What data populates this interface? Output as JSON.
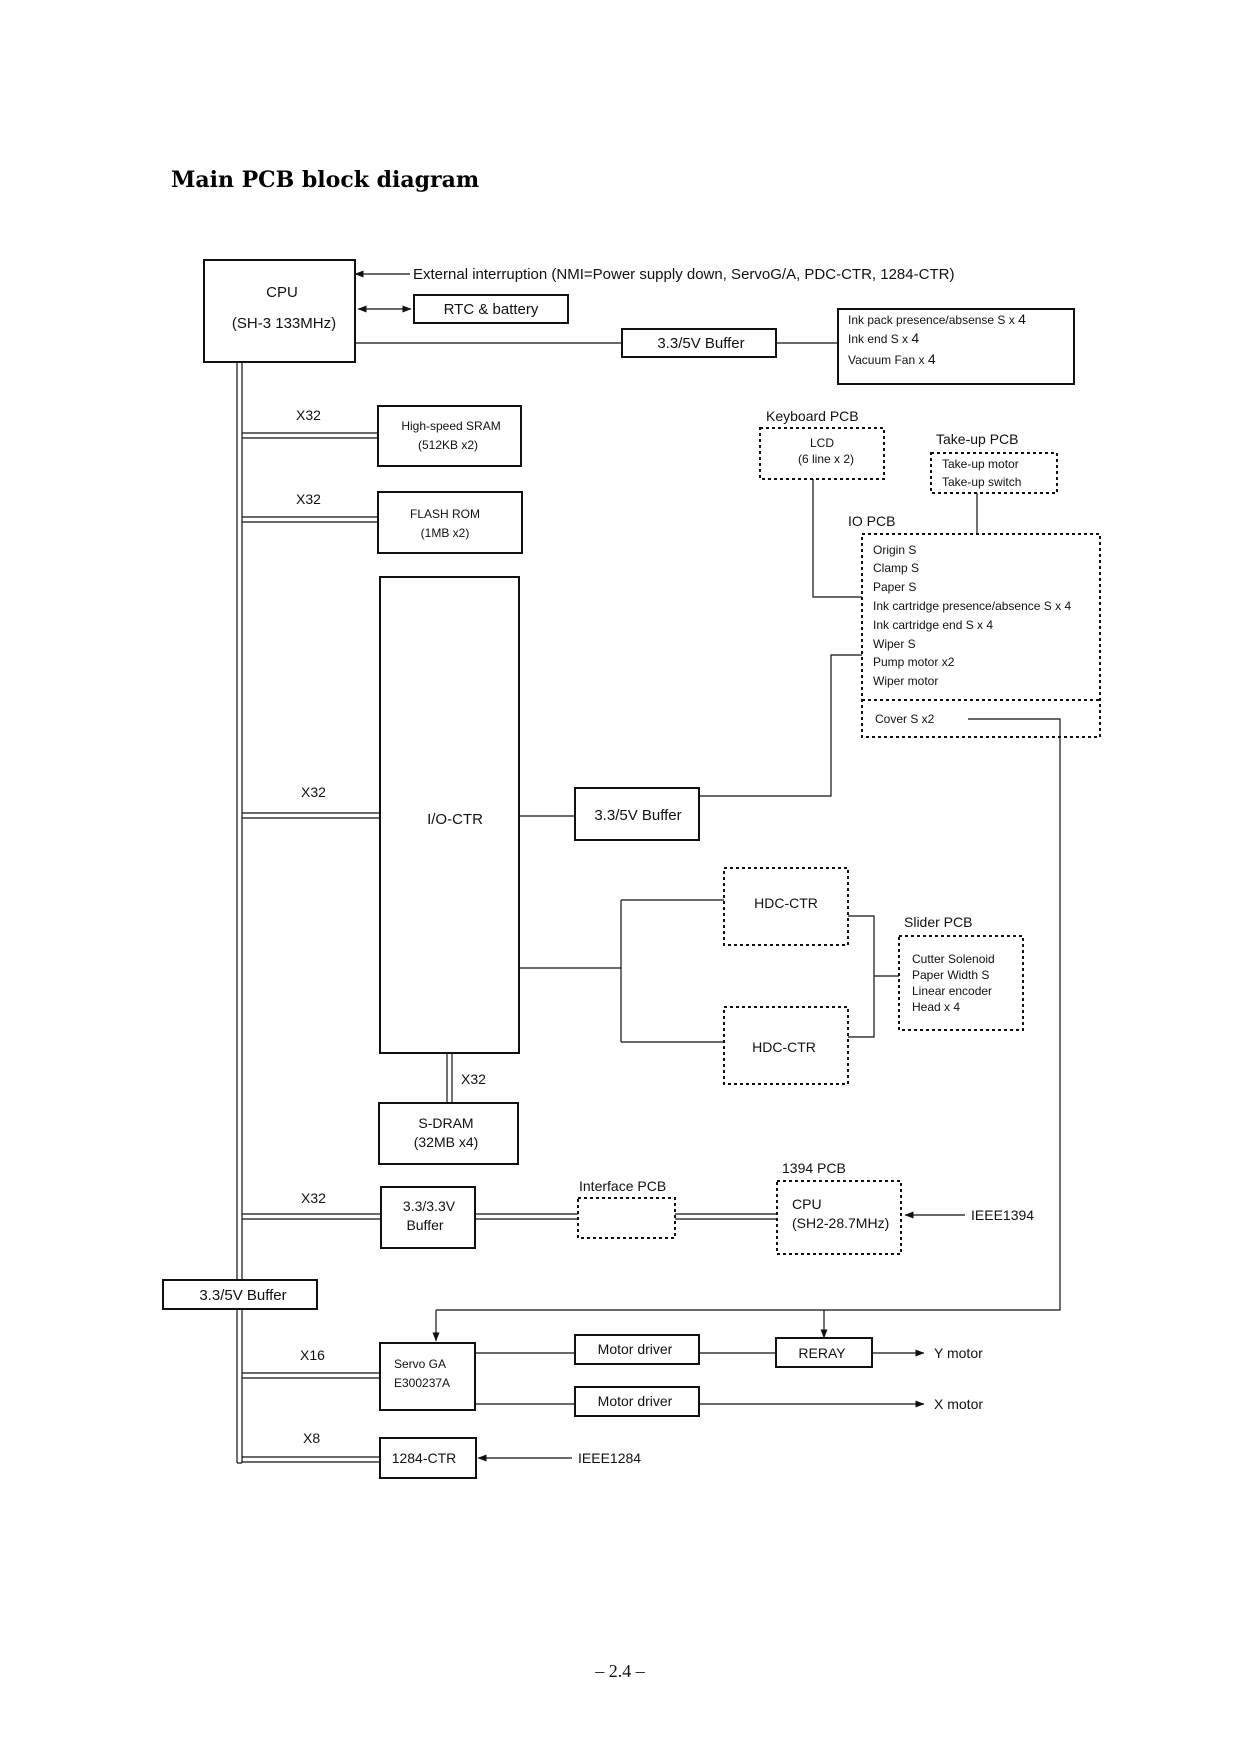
{
  "title": "Main PCB block diagram",
  "page_number": "– 2.4 –",
  "cpu": {
    "name": "CPU",
    "model": "(SH-3 133MHz)"
  },
  "external_interruption": "External interruption (NMI=Power supply down, ServoG/A, PDC-CTR, 1284-CTR)",
  "rtc": "RTC & battery",
  "buffer_top": "3.3/5V Buffer",
  "ink_box": {
    "line1_pre": "Ink pack presence/absense S x ",
    "line1_num": "4",
    "line2_pre": "Ink end S x ",
    "line2_num": "4",
    "line3_pre": "Vacuum Fan x ",
    "line3_num": "4"
  },
  "bus_labels": {
    "sram": "X32",
    "flash": "X32",
    "ioctr": "X32",
    "sdram": "X32",
    "buf33": "X32",
    "servo": "X16",
    "ctr1284": "X8"
  },
  "sram": {
    "line1": "High-speed SRAM",
    "line2": "(512KB x2)"
  },
  "flash": {
    "line1": "FLASH ROM",
    "line2": "(1MB x2)"
  },
  "ioctr": "I/O-CTR",
  "sdram": {
    "line1": "S-DRAM",
    "line2": "(32MB x4)"
  },
  "keyboard_pcb": {
    "label": "Keyboard PCB",
    "line1": "LCD",
    "line2": "(6 line x 2)"
  },
  "takeup_pcb": {
    "label": "Take-up PCB",
    "line1": "Take-up motor",
    "line2": "Take-up switch"
  },
  "io_pcb": {
    "label": "IO PCB",
    "items": [
      "Origin S",
      "Clamp S",
      "Paper S",
      "Ink cartridge presence/absence S x 4",
      "Ink cartridge end S x 4",
      "Wiper S",
      "Pump motor x2",
      "Wiper motor"
    ],
    "cover": "Cover S x2"
  },
  "buffer_io": "3.3/5V Buffer",
  "hdc_top": "HDC-CTR",
  "hdc_bottom": "HDC-CTR",
  "slider_pcb": {
    "label": "Slider PCB",
    "items": [
      "Cutter Solenoid",
      "Paper Width S",
      "Linear encoder",
      "Head x 4"
    ]
  },
  "buffer33": {
    "line1": "3.3/3.3V",
    "line2": "Buffer"
  },
  "interface_pcb": "Interface PCB",
  "pcb1394": {
    "label": "1394 PCB",
    "line1": "CPU",
    "line2": "(SH2-28.7MHz)"
  },
  "ieee1394": "IEEE1394",
  "buffer_left": "3.3/5V Buffer",
  "servo": {
    "line1": "Servo GA",
    "line2": "E300237A"
  },
  "motor_driver_1": "Motor driver",
  "motor_driver_2": "Motor driver",
  "reray": "RERAY",
  "y_motor": "Y motor",
  "x_motor": "X motor",
  "ctr1284": "1284-CTR",
  "ieee1284": "IEEE1284"
}
